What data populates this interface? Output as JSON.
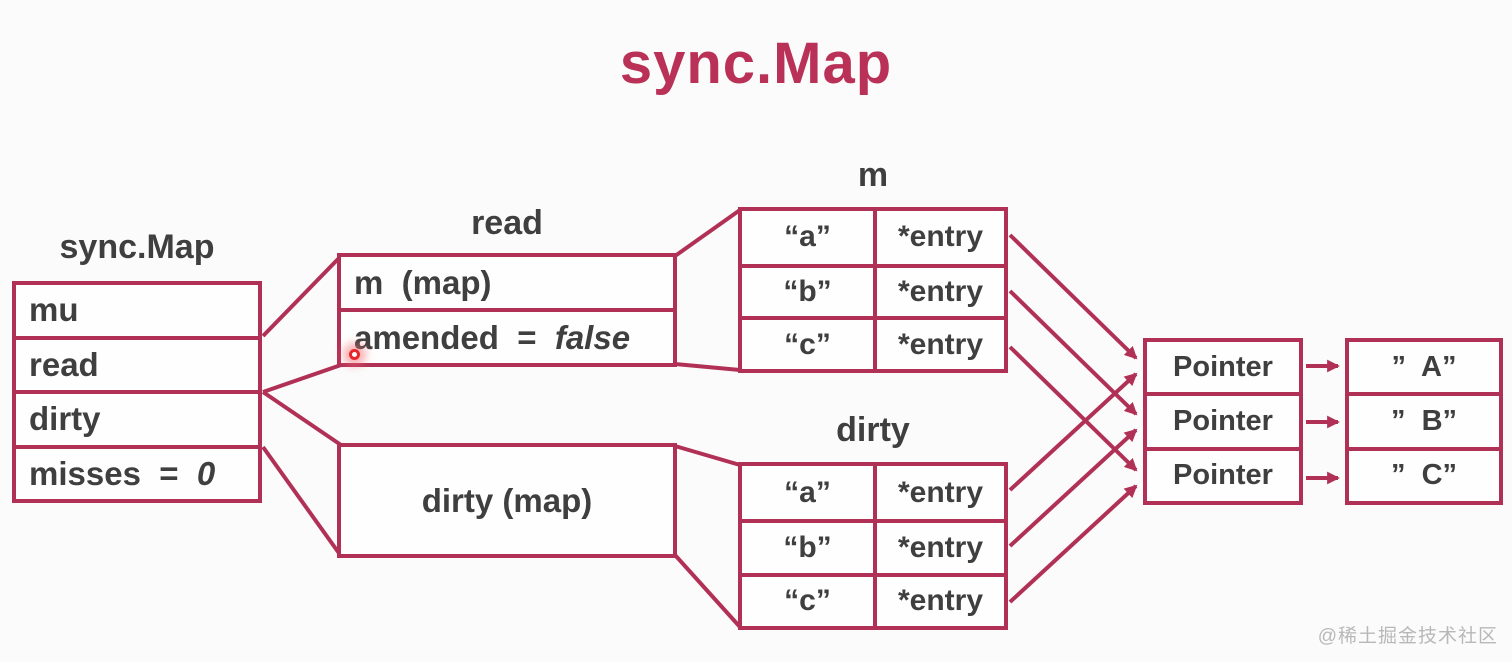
{
  "title": "sync.Map",
  "colors": {
    "accent": "#b13156",
    "title": "#ba3157",
    "text": "#3f3f3f",
    "watermark": "#b8b8b8",
    "background": "#fbfbfb",
    "cell": "#fefefe",
    "laser": "#e8262b"
  },
  "struct_box": {
    "label": "sync.Map",
    "rows": [
      {
        "text": "mu"
      },
      {
        "text": "read"
      },
      {
        "text": "dirty"
      },
      {
        "text": "misses  =  ",
        "italic_value": "0"
      }
    ]
  },
  "read_box": {
    "label": "read",
    "rows": [
      {
        "text": "m  (map)"
      },
      {
        "text": "amended  =  ",
        "italic_value": "false"
      }
    ]
  },
  "dirty_box": {
    "label": "dirty (map)"
  },
  "m_table": {
    "label": "m",
    "rows": [
      {
        "key": "“a”",
        "value": "*entry"
      },
      {
        "key": "“b”",
        "value": "*entry"
      },
      {
        "key": "“c”",
        "value": "*entry"
      }
    ]
  },
  "dirty_table": {
    "label": "dirty",
    "rows": [
      {
        "key": "“a”",
        "value": "*entry"
      },
      {
        "key": "“b”",
        "value": "*entry"
      },
      {
        "key": "“c”",
        "value": "*entry"
      }
    ]
  },
  "pointer_column": {
    "items": [
      {
        "label": "Pointer"
      },
      {
        "label": "Pointer"
      },
      {
        "label": "Pointer"
      }
    ]
  },
  "value_column": {
    "items": [
      {
        "label": "”  A”"
      },
      {
        "label": "”  B”"
      },
      {
        "label": "”  C”"
      }
    ]
  },
  "watermark": "@稀土掘金技术社区"
}
